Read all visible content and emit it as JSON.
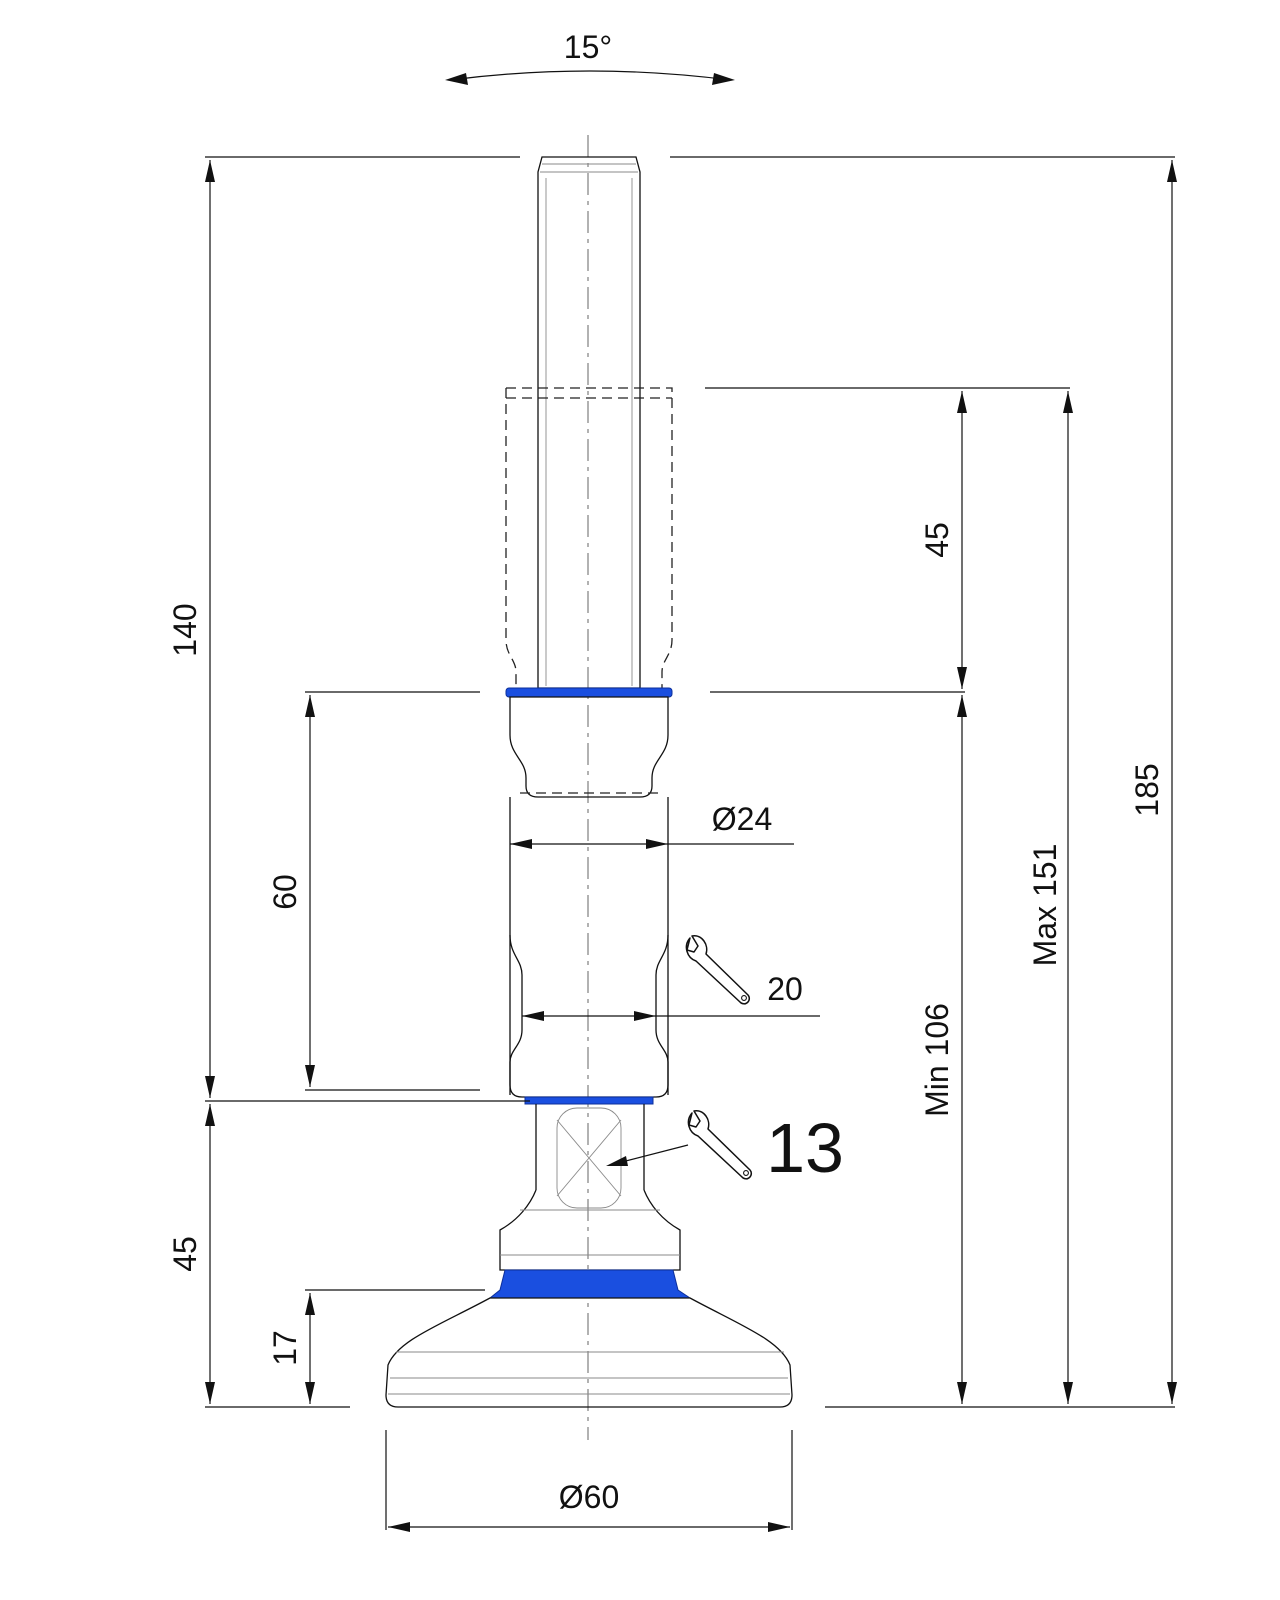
{
  "drawing": {
    "tilt_angle": "15°",
    "dimensions": {
      "total_height": "185",
      "max_height": "Max 151",
      "min_height": "Min 106",
      "spindle_travel": "45",
      "spindle_length": "140",
      "body_length": "60",
      "base_height": "45",
      "foot_height": "17",
      "body_diameter": "Ø24",
      "wrench_body": "20",
      "wrench_nut": "13",
      "foot_diameter": "Ø60"
    },
    "colors": {
      "line": "#111111",
      "accent_blue": "#1a4fe0",
      "center_line": "#666666"
    },
    "icons": [
      "wrench-icon"
    ]
  }
}
